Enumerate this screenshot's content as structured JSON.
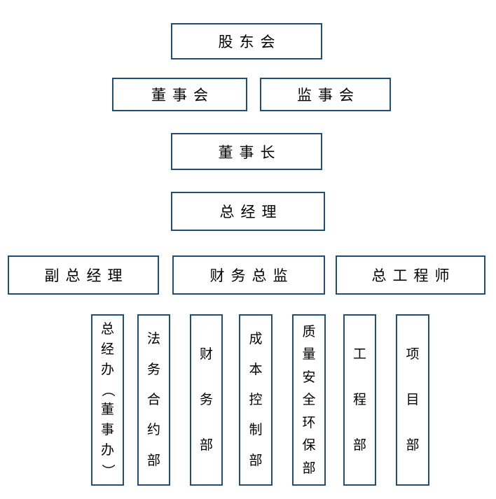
{
  "palette": {
    "border_color": "#1F4E79",
    "text_color": "#000000",
    "background_color": "#FFFFFF"
  },
  "org_chart": {
    "type": "organization-chart",
    "levels": {
      "shareholders_meeting": "股东会",
      "board_of_directors": "董事会",
      "supervisory_board": "监事会",
      "chairman": "董事长",
      "general_manager": "总经理",
      "deputy_general_manager": "副总经理",
      "finance_director": "财务总监",
      "chief_engineer": "总工程师"
    },
    "departments": [
      {
        "label": "总经办（董事办）"
      },
      {
        "label": "法务合约部"
      },
      {
        "label": "财务部"
      },
      {
        "label": "成本控制部"
      },
      {
        "label": "质量安全环保部"
      },
      {
        "label": "工程部"
      },
      {
        "label": "项目部"
      }
    ]
  }
}
